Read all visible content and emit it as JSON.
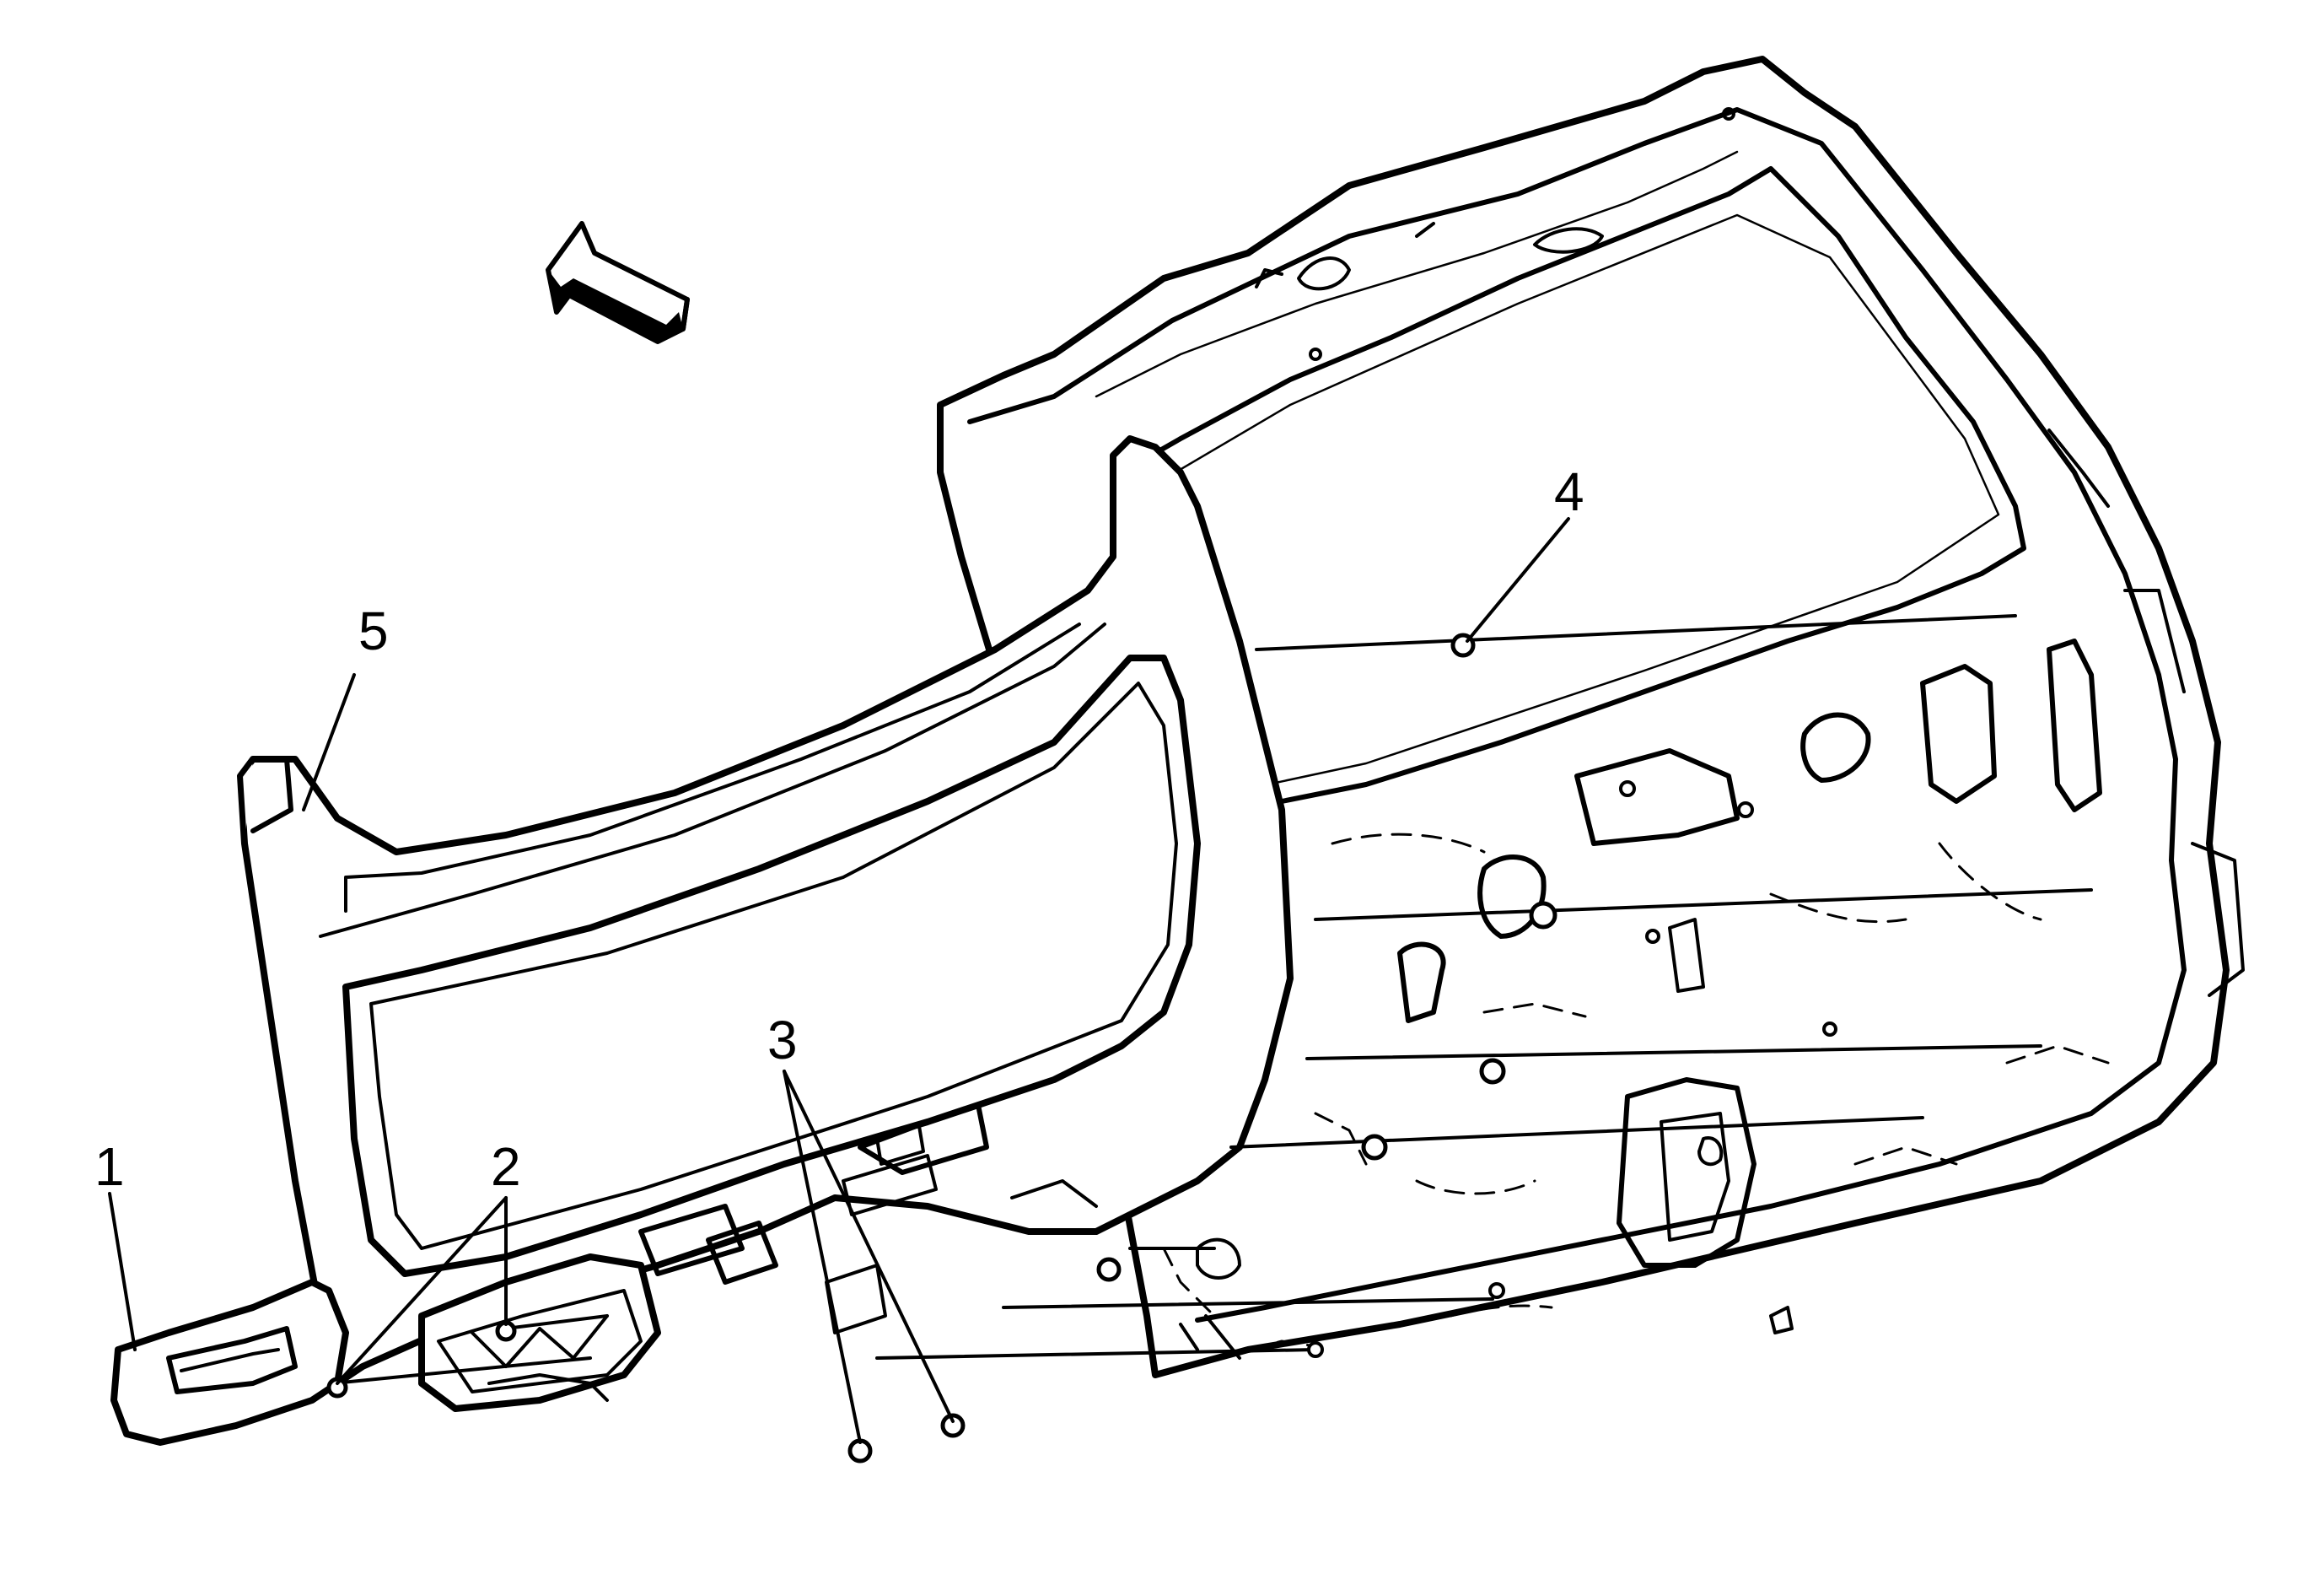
{
  "diagram": {
    "callouts": [
      {
        "id": "1",
        "label": "1"
      },
      {
        "id": "2",
        "label": "2"
      },
      {
        "id": "3",
        "label": "3"
      },
      {
        "id": "4",
        "label": "4"
      },
      {
        "id": "5",
        "label": "5"
      }
    ],
    "direction_arrow": "front-direction-arrow",
    "parts": [
      "liftgate-panel",
      "liftgate-trim-panel",
      "pull-handle-trim",
      "trim-fasteners",
      "retainers",
      "upper-trim-panel"
    ]
  }
}
